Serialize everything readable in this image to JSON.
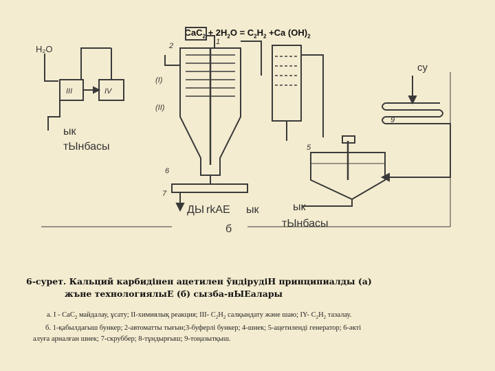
{
  "equation": {
    "a": "CaC",
    "a_sub": "2",
    "b": " + 2H",
    "b_sub": "2",
    "c": "O = C",
    "c_sub1": "2",
    "d": "H",
    "d_sub2": "2",
    "e": " +Ca (OH)",
    "e_sub": "2"
  },
  "diagram": {
    "left_top_label": "H₂O",
    "unit_iii": "III",
    "unit_iv": "IV",
    "unit_ii": "(II)",
    "unit_i": "(I)",
    "left_out_1": "ык",
    "left_out_2": "тЫнбасы",
    "bottom_out_1": "ДЫ",
    "bottom_out_2": "rkAE",
    "bottom_out_3": "ык",
    "bottom_out_4": "б",
    "right_out_1": "ык",
    "right_out_2": "тЫнбасы",
    "water_label": "су",
    "num_1": "1",
    "num_2": "2",
    "num_5": "5",
    "num_6": "6",
    "num_7": "7",
    "num_9": "9"
  },
  "caption": {
    "line1": "6-сурет. Кальций карбидінен ацетилен ўндірудіН принципиалды (а)",
    "line2": "жъне технологиялыЕ (б) сызба-нЫЕалары"
  },
  "notes": {
    "n1_a": "а.  I - CaC",
    "n1_s1": "2",
    "n1_b": " майдалау, ұсату; II-химиялық реакция; III- C",
    "n1_s2": "2",
    "n1_c": "H",
    "n1_s3": "2",
    "n1_d": " салқындату және шаю; IY- C",
    "n1_s4": "2",
    "n1_e": "H",
    "n1_s5": "2",
    "n1_f": " тазалау.",
    "n2": "б. 1-қабылдағыш бункер; 2-автоматты тығын;3-буферлі бункер; 4-шнек; 5-ацетиленді генератор; 6-әкті",
    "n3": "алуға арналған шнек; 7-скруббер; 8-тұндырғыш; 9-тоңазытқыш."
  }
}
